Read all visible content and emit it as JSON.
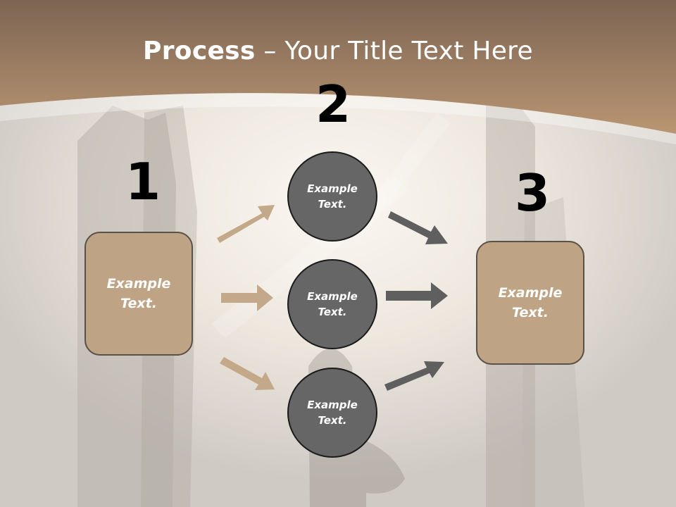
{
  "title": {
    "bold": "Process",
    "rest": " – Your Title Text Here"
  },
  "steps": {
    "one": "1",
    "two": "2",
    "three": "3"
  },
  "left_box": {
    "line1": "Example",
    "line2": "Text."
  },
  "right_box": {
    "line1": "Example",
    "line2": "Text."
  },
  "circles": [
    {
      "line1": "Example",
      "line2": "Text."
    },
    {
      "line1": "Example",
      "line2": "Text."
    },
    {
      "line1": "Example",
      "line2": "Text."
    }
  ],
  "colors": {
    "header": "#a98b6e",
    "box_fill": "#bfa385",
    "circle_fill": "#666666",
    "arrow_tan": "#c4a88a",
    "arrow_gray": "#5f5f5f"
  }
}
